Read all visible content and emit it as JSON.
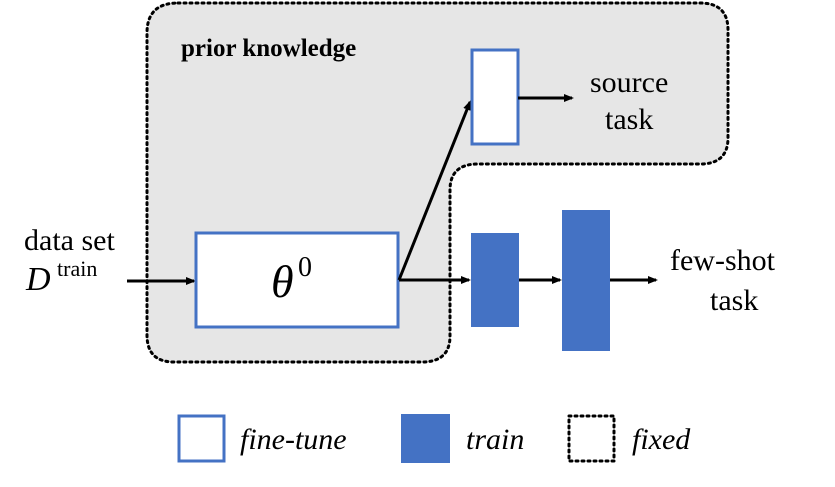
{
  "region": {
    "title": "prior knowledge"
  },
  "input": {
    "line1": "data set",
    "symbol": "D",
    "superscript": "train"
  },
  "backbone": {
    "symbol": "θ",
    "superscript": "0"
  },
  "source_task": {
    "line1": "source",
    "line2": "task"
  },
  "fewshot_task": {
    "line1": "few-shot",
    "line2": "task"
  },
  "legend": {
    "finetune": "fine-tune",
    "train": "train",
    "fixed": "fixed"
  },
  "colors": {
    "blue": "#4472c4",
    "region_fill": "#e6e6e6",
    "black": "#000000"
  }
}
